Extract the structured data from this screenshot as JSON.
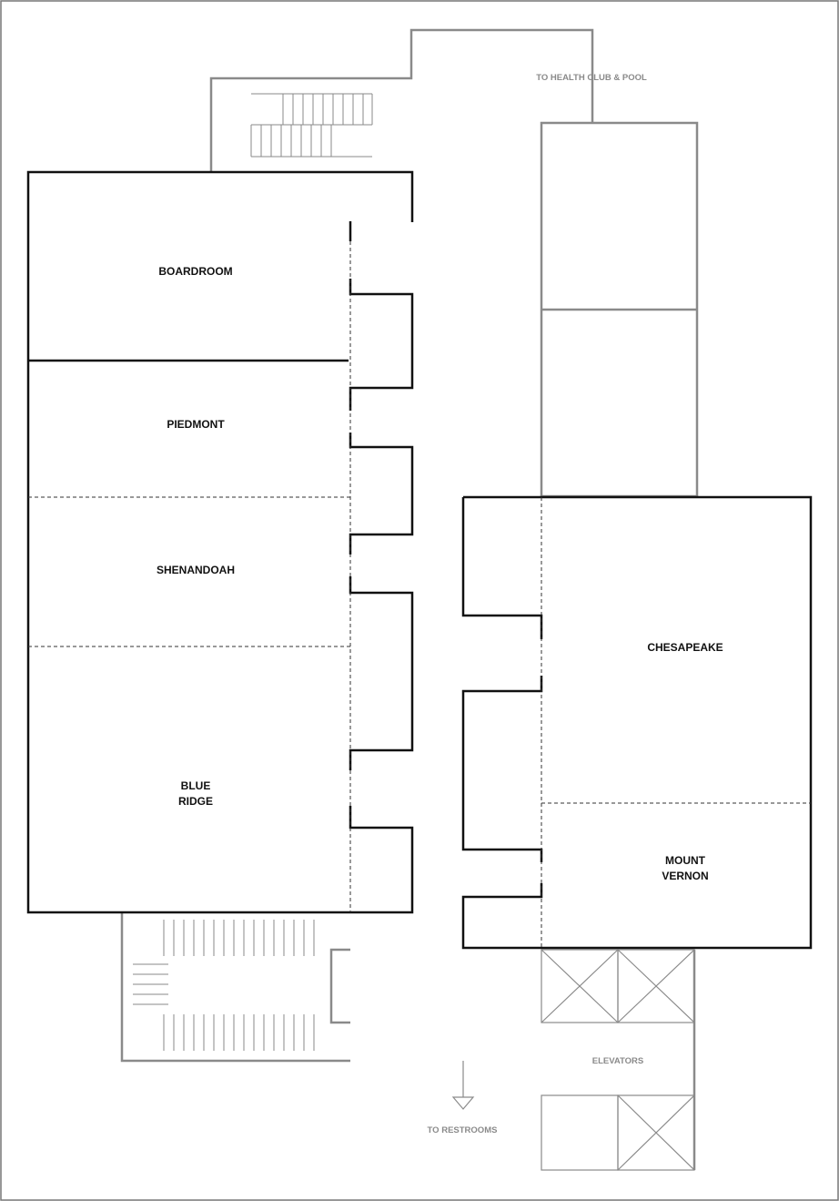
{
  "rooms": {
    "boardroom": "BOARDROOM",
    "piedmont": "PIEDMONT",
    "shenandoah": "SHENANDOAH",
    "blue_ridge": "BLUE\nRIDGE",
    "chesapeake": "CHESAPEAKE",
    "mount_vernon": "MOUNT\nVERNON"
  },
  "directions": {
    "health_club": "TO HEALTH CLUB & POOL",
    "restrooms": "TO RESTROOMS",
    "elevators": "ELEVATORS"
  },
  "colors": {
    "wall": "#111111",
    "service": "#8a8a8a",
    "partition": "#333333"
  }
}
